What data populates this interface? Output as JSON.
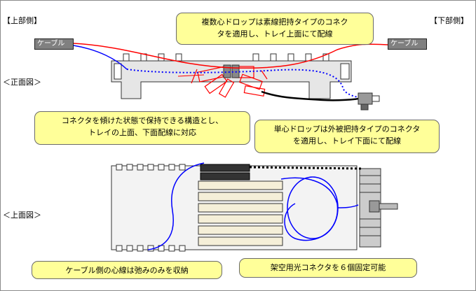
{
  "labels": {
    "upper_side": "【上部側】",
    "lower_side": "【下部側】",
    "front_view": "＜正面図＞",
    "top_view": "＜上面図＞",
    "cable_left": "ケーブル",
    "cable_right": "ケーブル"
  },
  "callouts": {
    "multi_drop_line1": "複数心ドロップは素線把持タイプのコネク",
    "multi_drop_line2": "タを適用し、トレイ上面にて配線",
    "tilt_line1": "コネクタを傾けた状態で保持できる構造とし、",
    "tilt_line2": "トレイの上面、下面配線に対応",
    "single_drop_line1": "単心ドロップは外被把持タイプのコネクタ",
    "single_drop_line2": "を適用し、トレイ下面にて配線",
    "cable_side": "ケーブル側の心線は弛みのみを収納",
    "aerial_connector": "架空用光コネクタを６個固定可能"
  },
  "colors": {
    "callout_fill": "#ffff99",
    "fiber_red": "#ff0000",
    "fiber_blue": "#0000ff",
    "drop_black": "#000000",
    "cable_tag": "#808080",
    "tray_fill": "#e6e6e6"
  }
}
